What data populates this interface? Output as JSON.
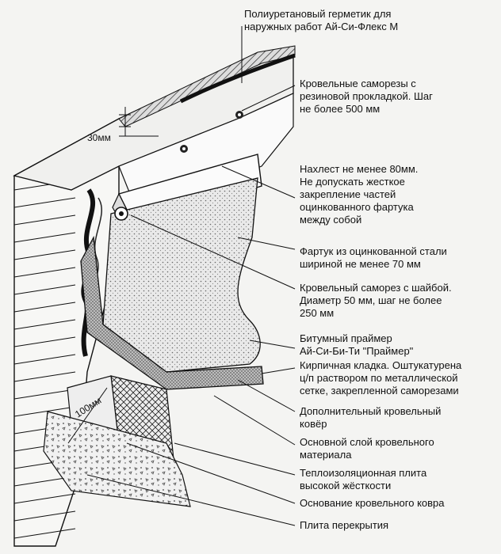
{
  "labels": {
    "sealant": [
      "Полиуретановый герметик для",
      "наружных работ Ай-Си-Флекс М"
    ],
    "screws_gasket": [
      "Кровельные саморезы с",
      "резиновой прокладкой. Шаг",
      "не более 500 мм"
    ],
    "overlap": [
      "Нахлест не менее 80мм.",
      "Не допускать жесткое",
      "закрепление частей",
      "оцинкованного фартука",
      "между собой"
    ],
    "apron": [
      "Фартук из оцинкованной стали",
      "шириной не менее 70 мм"
    ],
    "screw_washer": [
      "Кровельный саморез с шайбой.",
      "Диаметр 50 мм, шаг не более",
      "250 мм"
    ],
    "primer": [
      "Битумный праймер",
      "Ай-Си-Би-Ти \"Праймер\""
    ],
    "brickwork": [
      "Кирпичная кладка. Оштукатурена",
      "ц/п раствором по металлической",
      "сетке, закрепленной саморезами"
    ],
    "extra_layer": [
      "Дополнительный кровельный",
      "ковёр"
    ],
    "main_layer": [
      "Основной слой кровельного",
      "материала"
    ],
    "insulation": [
      "Теплоизоляционная плита",
      "высокой жёсткости"
    ],
    "base": [
      "Основание кровельного ковра"
    ],
    "slab": [
      "Плита перекрытия"
    ]
  },
  "dimensions": {
    "gap": "30мм",
    "upstand": "100мм"
  },
  "colors": {
    "ink": "#111111",
    "paper": "#f4f4f2",
    "stipple": "#c9c9c9"
  }
}
